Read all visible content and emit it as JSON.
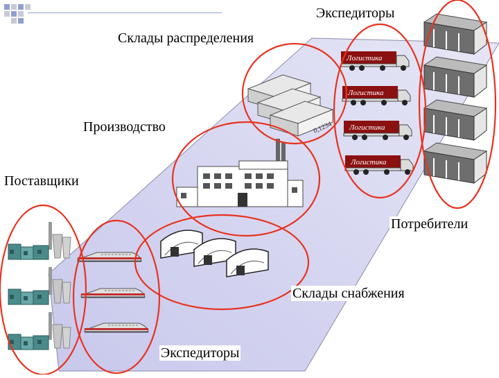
{
  "labels": {
    "forwarders_top": "Экспедиторы",
    "distribution_warehouses": "Склады распределения",
    "production": "Производство",
    "suppliers": "Поставщики",
    "consumers": "Потребители",
    "supply_warehouses": "Склады снабжения",
    "forwarders_bottom": "Экспедиторы"
  },
  "trucks": [
    {
      "label": "Логистика"
    },
    {
      "label": "Логистика"
    },
    {
      "label": "Логистика"
    },
    {
      "label": "Логистика"
    }
  ],
  "warehouse_serial": "0,1234",
  "colors": {
    "plane": "#d9d9f2",
    "plane_edge": "#9090b0",
    "circle": "#e8321e",
    "truck_label_bg": "#8b1010",
    "corner_blue": "#8fa0d0",
    "corner_grey": "#c8c8d8"
  }
}
